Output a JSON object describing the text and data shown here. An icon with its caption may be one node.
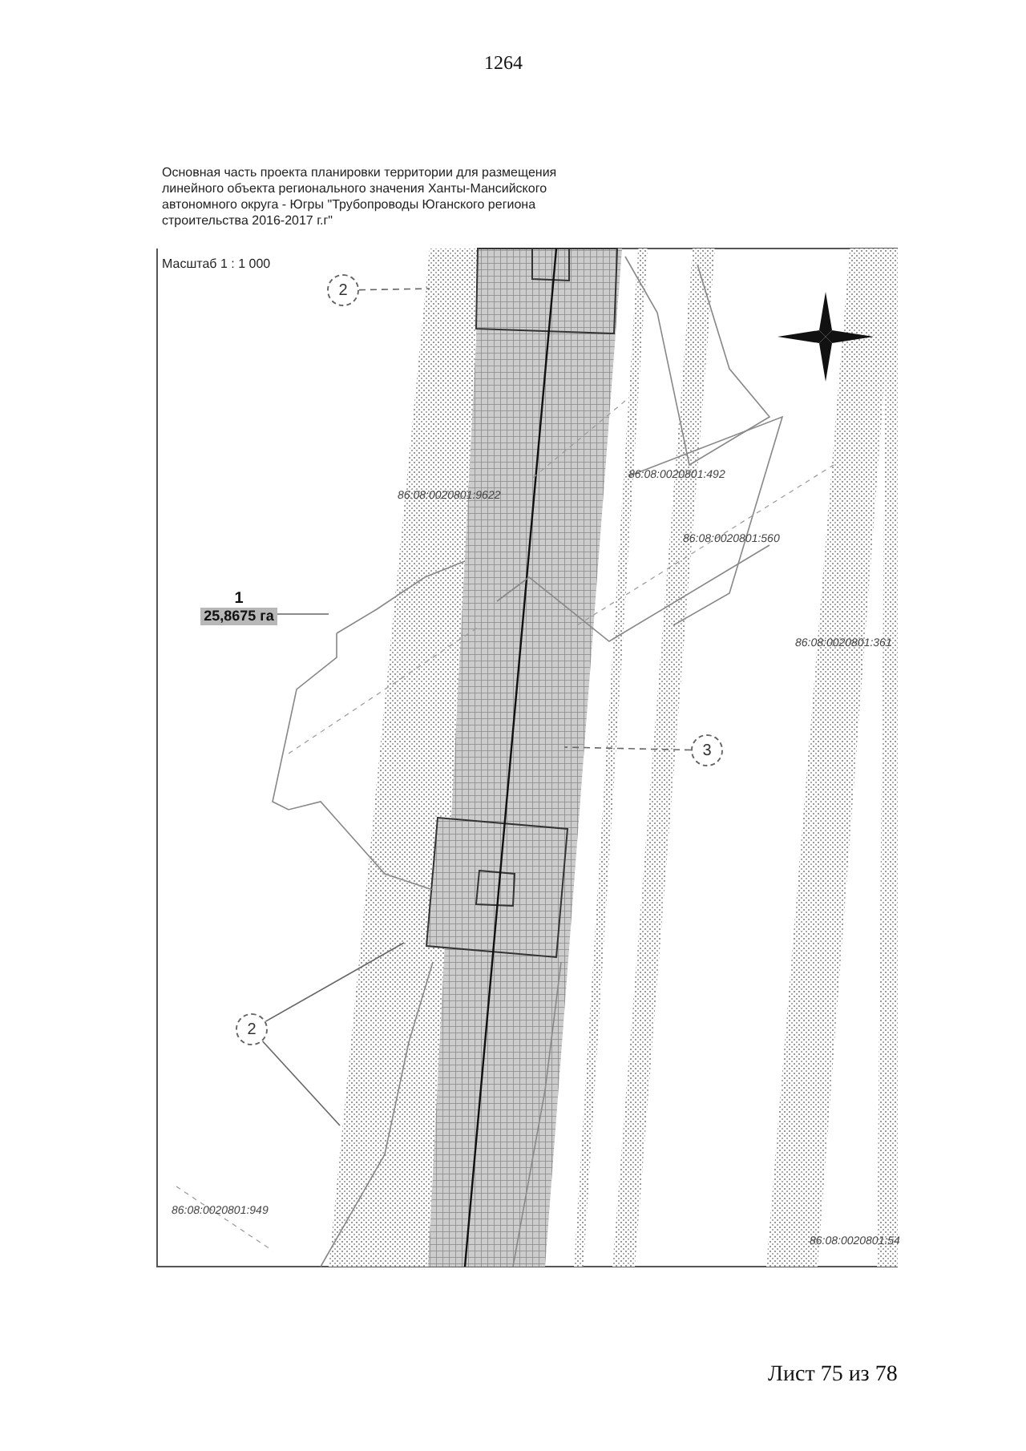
{
  "diagram": {
    "nodes": [
      {
        "text": [
          "2"
        ]
      },
      {
        "text": [
          "1",
          "25,8675 га"
        ]
      },
      {
        "text": [
          "3"
        ]
      },
      {
        "text": [
          "2"
        ]
      }
    ],
    "edges": [
      {
        "from": 0,
        "to": null,
        "arrow": "none",
        "style": "dashed"
      },
      {
        "from": 1,
        "to": null,
        "arrow": "none"
      },
      {
        "from": 2,
        "to": null,
        "arrow": "none",
        "style": "dashed"
      },
      {
        "from": 3,
        "to": null,
        "arrow": "none"
      },
      {
        "from": 3,
        "to": null,
        "arrow": "none"
      }
    ],
    "labels": [
      "1264",
      "Основная часть проекта планировки территории для размещения линейного объекта регионального значения Ханты-Мансийского автономного округа - Югры \"Трубопроводы Юганского региона строительства 2016-2017 г.г\"",
      "Масштаб 1 : 1 000",
      "86:08:0020801:9622",
      "86:08:0020801:492",
      "86:08:0020801:560",
      "86:08:0020801:361",
      "86:08:0020801:949",
      "86:08:0020801:54",
      "Лист 75 из 78"
    ]
  }
}
